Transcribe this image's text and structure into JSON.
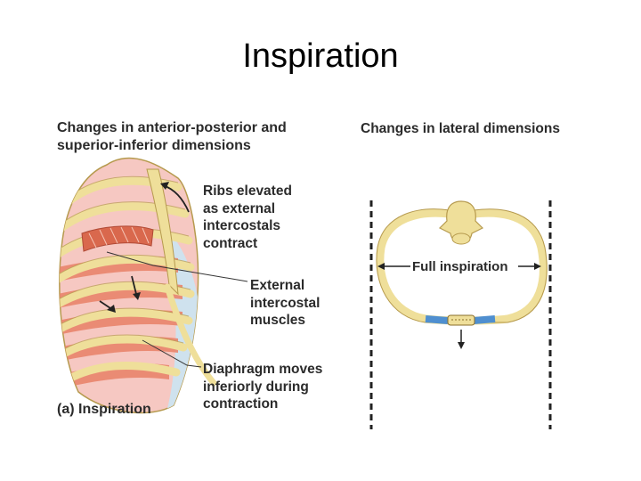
{
  "slide": {
    "title": "Inspiration"
  },
  "left_panel": {
    "heading": "Changes in anterior-posterior and\nsuperior-inferior dimensions",
    "labels": {
      "ribs": "Ribs elevated\nas external\nintercostals\ncontract",
      "external_intercostal": "External\nintercostal\nmuscles",
      "diaphragm": "Diaphragm moves\ninferiorly during\ncontraction"
    },
    "caption": "(a) Inspiration"
  },
  "right_panel": {
    "heading": "Changes in lateral dimensions",
    "label": "Full inspiration"
  },
  "colors": {
    "rib": "#efdf9a",
    "rib_outline": "#b69a4e",
    "lung": "#f2b7b1",
    "muscle": "#e9846c",
    "pleura": "#cfe2ee",
    "sternum_blue": "#4f8fd0",
    "text": "#2b2b2b"
  }
}
